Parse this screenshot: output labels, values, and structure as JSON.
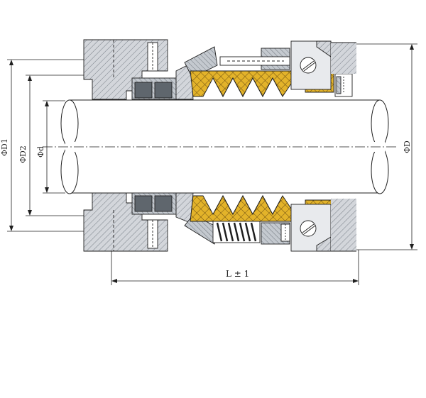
{
  "diagram": {
    "labels": {
      "D1": "ΦD1",
      "D2": "ΦD2",
      "d": "Φd",
      "D": "ΦD",
      "L": "L ± 1"
    },
    "colors": {
      "hatch_gray": "#c9ccd2",
      "steel": "#9aa3ad",
      "dark_face": "#5f666d",
      "bellows_yellow": "#e3b32a",
      "shaft_fill": "#ffffff",
      "line": "#1f1f1f",
      "background": "#ffffff"
    }
  }
}
